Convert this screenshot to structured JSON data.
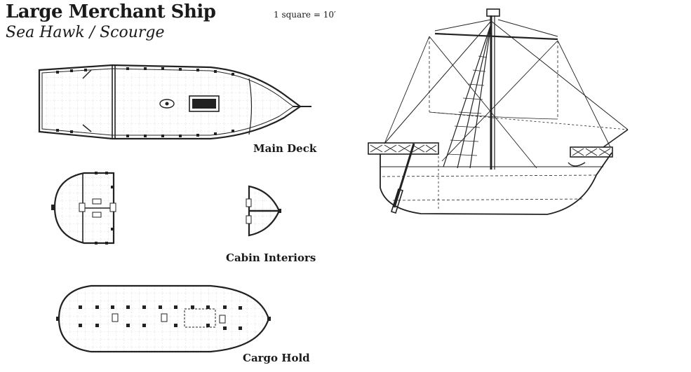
{
  "header": {
    "title": "Large Merchant Ship",
    "subtitle": "Sea Hawk / Scourge",
    "scale_note": "1 square = 10′"
  },
  "labels": {
    "main_deck": "Main Deck",
    "cabin_interiors": "Cabin Interiors",
    "cargo_hold": "Cargo Hold"
  },
  "colors": {
    "ink": "#222222",
    "grid": "#bbbbbb",
    "paper": "#ffffff"
  }
}
